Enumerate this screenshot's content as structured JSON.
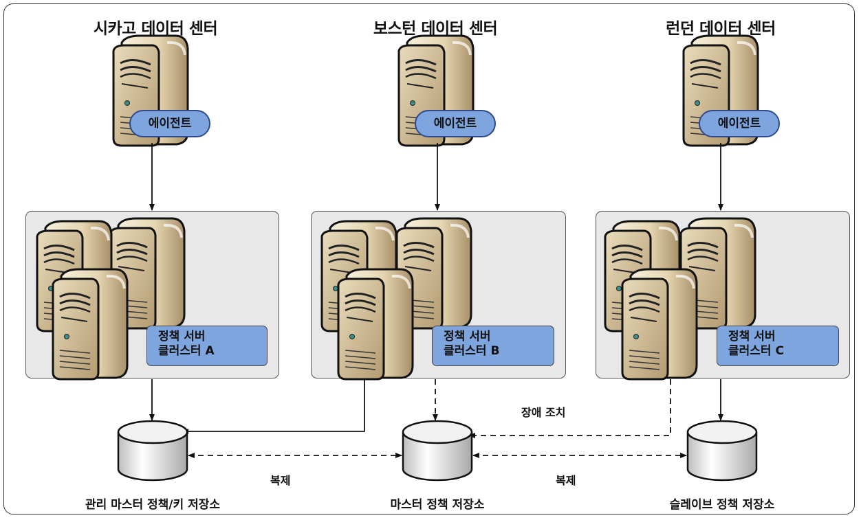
{
  "datacenters": [
    {
      "title": "시카고 데이터 센터",
      "agent": "에이전트",
      "cluster_line1": "정책 서버",
      "cluster_line2": "클러스터 A"
    },
    {
      "title": "보스턴 데이터 센터",
      "agent": "에이전트",
      "cluster_line1": "정책 서버",
      "cluster_line2": "클러스터 B"
    },
    {
      "title": "런던 데이터 센터",
      "agent": "에이전트",
      "cluster_line1": "정책 서버",
      "cluster_line2": "클러스터 C"
    }
  ],
  "stores": [
    {
      "label": "관리 마스터 정책/키 저장소"
    },
    {
      "label": "마스터 정책 저장소"
    },
    {
      "label": "슬레이브 정책 저장소"
    }
  ],
  "edges": {
    "failover": "장애 조치",
    "replication_left": "복제",
    "replication_right": "복제"
  },
  "colors": {
    "label_fill": "#7ea5de",
    "cluster_fill": "#e8e8e8",
    "server_body": "#e9dcc0",
    "server_face": "#c8b088"
  }
}
